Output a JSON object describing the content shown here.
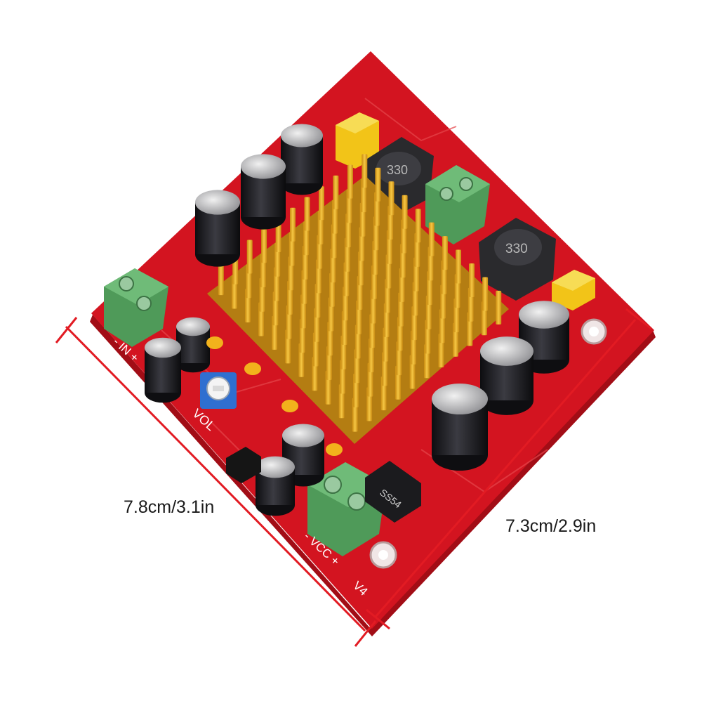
{
  "product": {
    "labels": {
      "input_terminal": "- IN +",
      "volume": "VOL",
      "power_terminal": "- VCC +",
      "version": "V4",
      "inductor_marking": "330",
      "diode_marking": "SS54"
    }
  },
  "dimensions": {
    "length": "7.8cm/3.1in",
    "width": "7.3cm/2.9in"
  },
  "colors": {
    "pcb": "#d31420",
    "heatsink": "#e7a91a",
    "terminal": "#4f9a59",
    "capacitor": "#1d1d22",
    "jumper": "#f2c418",
    "dimension_line": "#e21b23"
  }
}
